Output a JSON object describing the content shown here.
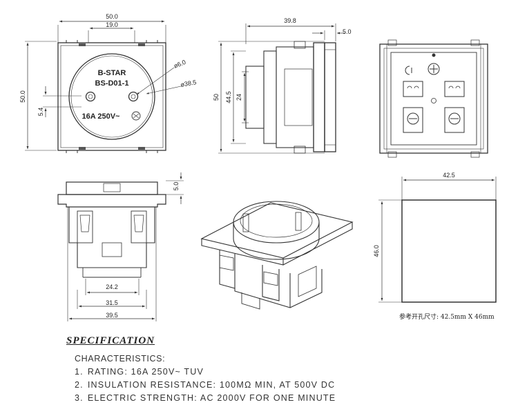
{
  "front_view": {
    "dim_width": "50.0",
    "dim_pin_spacing": "19.0",
    "dim_height": "50.0",
    "dim_pin_offset": "5.4",
    "dim_pin_dia": "ø6.0",
    "dim_socket_dia": "ø38.5",
    "brand": "B-STAR",
    "model": "BS-D01-1",
    "rating": "16A  250V~"
  },
  "side_view": {
    "dim_depth": "39.8",
    "dim_flange": "5.0",
    "dim_height": "50",
    "dim_inner_height": "44.5",
    "dim_body_height": "24"
  },
  "bottom_view": {
    "dim_flange": "5.0",
    "dim_inner": "24.2",
    "dim_mid": "31.5",
    "dim_outer": "39.5"
  },
  "cutout_view": {
    "dim_width": "42.5",
    "dim_height": "46.0",
    "note": "参考开孔尺寸: 42.5mm X 46mm"
  },
  "specification": {
    "title": "SPECIFICATION",
    "subtitle": "CHARACTERISTICS:",
    "items": [
      {
        "num": "1.",
        "text": "RATING: 16A 250V~ TUV"
      },
      {
        "num": "2.",
        "text": "INSULATION RESISTANCE: 100MΩ MIN, AT 500V DC"
      },
      {
        "num": "3.",
        "text": "ELECTRIC STRENGTH: AC 2000V FOR ONE MINUTE"
      }
    ]
  }
}
